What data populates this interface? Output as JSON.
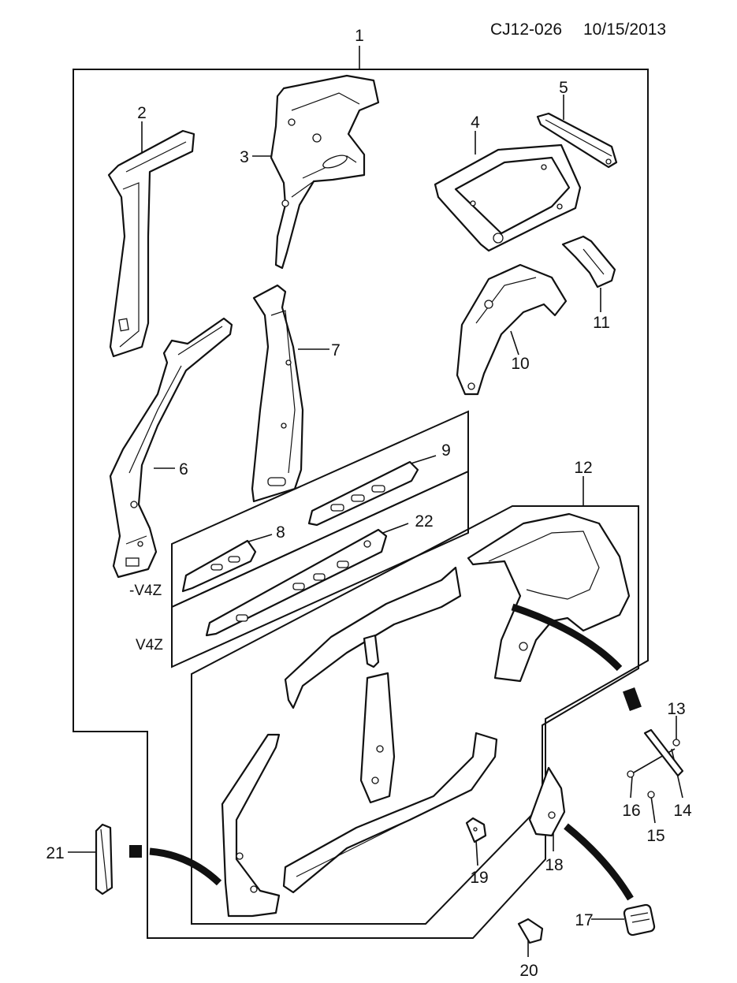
{
  "header": {
    "diagram_code": "CJ12-026",
    "date": "10/15/2013"
  },
  "callouts": {
    "c1": "1",
    "c2": "2",
    "c3": "3",
    "c4": "4",
    "c5": "5",
    "c6": "6",
    "c7": "7",
    "c8": "8",
    "c9": "9",
    "c10": "10",
    "c11": "11",
    "c12": "12",
    "c13": "13",
    "c14": "14",
    "c15": "15",
    "c16": "16",
    "c17": "17",
    "c18": "18",
    "c19": "19",
    "c20": "20",
    "c21": "21",
    "c22": "22"
  },
  "variants": {
    "without_v4z": "-V4Z",
    "with_v4z": "V4Z"
  }
}
